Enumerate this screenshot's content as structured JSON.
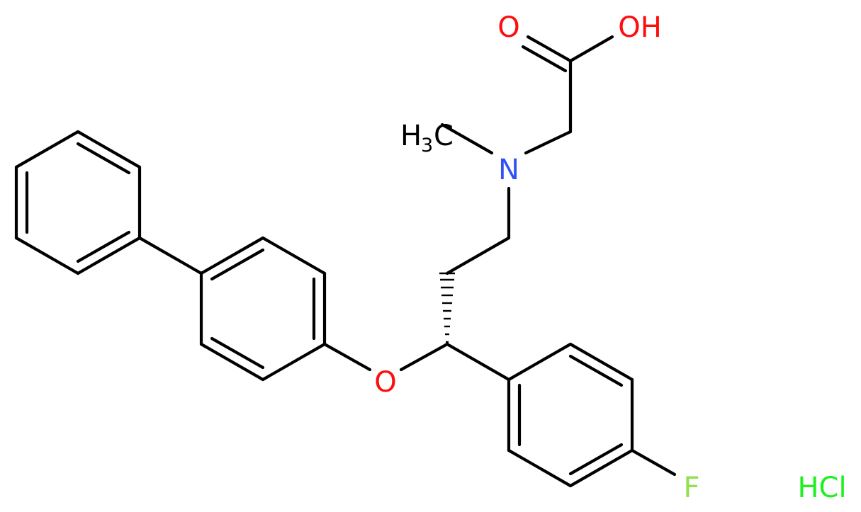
{
  "molecule": {
    "labels": {
      "carbonyl_oxygen": "O",
      "hydroxyl": "OH",
      "methyl_h": "H",
      "methyl_sub": "3",
      "methyl_c": "C",
      "nitrogen": "N",
      "ether_oxygen": "O",
      "fluorine": "F",
      "salt": "HCl"
    },
    "colors": {
      "bond": "#000000",
      "oxygen": "#ff0d0d",
      "nitrogen": "#3050f8",
      "fluorine": "#90e050",
      "chlorine": "#1ff01f",
      "carbon_text": "#000000"
    }
  }
}
